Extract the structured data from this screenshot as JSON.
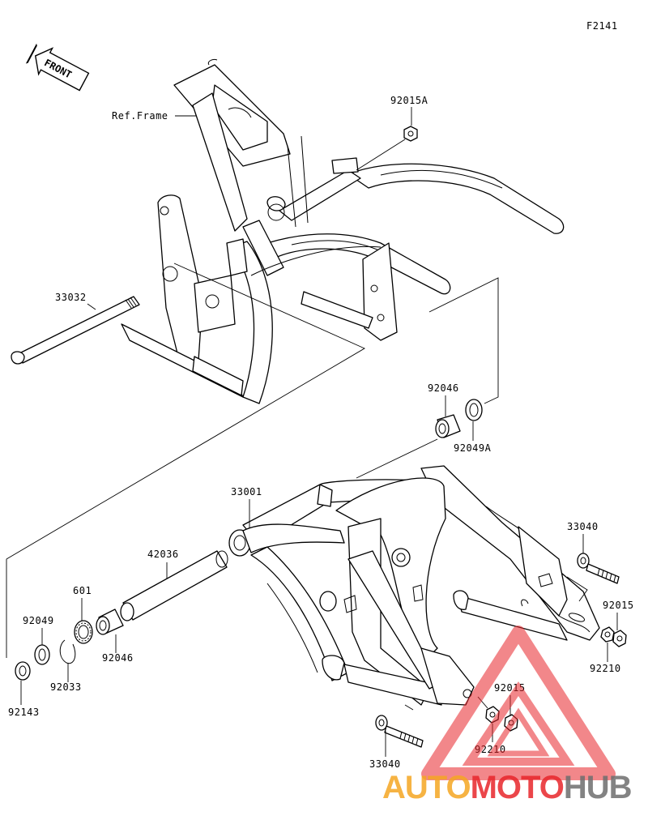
{
  "diagram_code": "F2141",
  "front_label": "FRONT",
  "ref_frame": "Ref.Frame",
  "parts": {
    "p92015A": "92015A",
    "p33032": "33032",
    "p92046_top": "92046",
    "p92049A": "92049A",
    "p33001": "33001",
    "p42036": "42036",
    "p601": "601",
    "p92049": "92049",
    "p92143": "92143",
    "p92033": "92033",
    "p92046_low": "92046",
    "p33040_right": "33040",
    "p92015_right": "92015",
    "p92210_right": "92210",
    "p92015_bottom": "92015",
    "p92210_bottom": "92210",
    "p33040_bottom": "33040"
  },
  "watermark": {
    "part1": "AUTO",
    "part2": "MOTO",
    "part3": "HUB",
    "color1": "#f5a623",
    "color2": "#e8262b",
    "color3": "#6e6e6e"
  }
}
